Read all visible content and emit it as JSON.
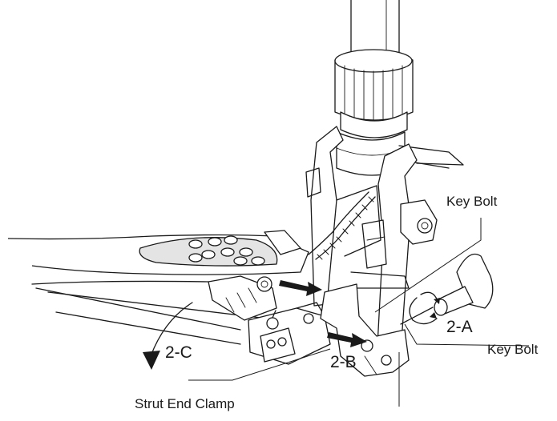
{
  "labels": {
    "key_bolt_top": "Key Bolt",
    "key_bolt_right": "Key Bolt",
    "step_2a": "2-A",
    "step_2b": "2-B",
    "step_2c": "2-C",
    "strut_end_clamp": "Strut End Clamp"
  },
  "colors": {
    "line": "#1a1a1a",
    "fill": "#ffffff",
    "shade": "#e4e4e4"
  }
}
